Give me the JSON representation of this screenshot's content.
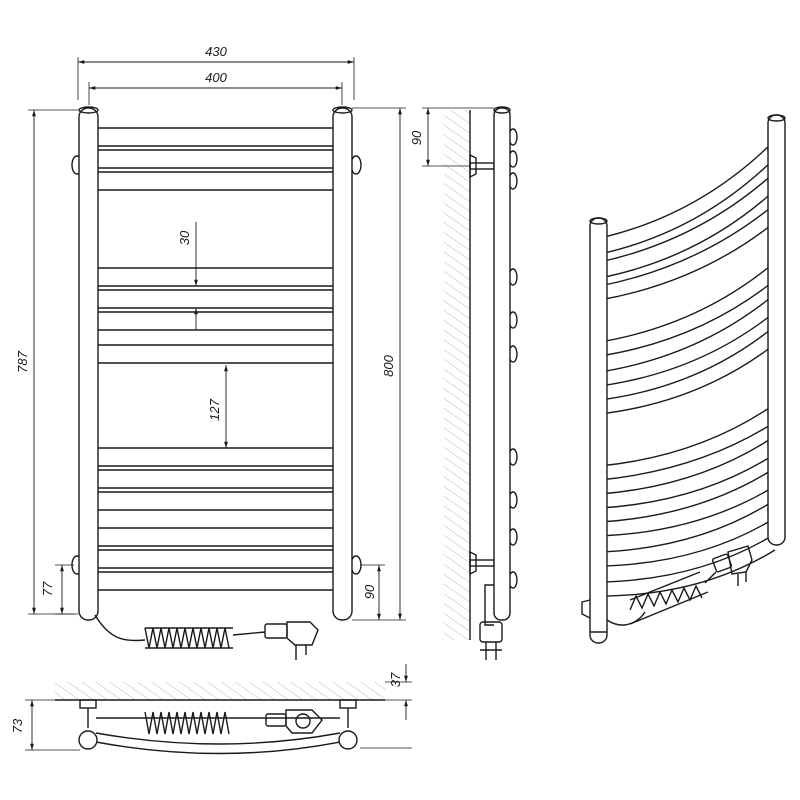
{
  "dimensions": {
    "overall_width": "430",
    "axis_width": "400",
    "height_left": "787",
    "height_right": "800",
    "rung_gap": "30",
    "section_gap": "127",
    "bottom_left": "77",
    "bottom_right": "90",
    "top_side": "90",
    "wall_gap": "37",
    "depth": "73"
  }
}
